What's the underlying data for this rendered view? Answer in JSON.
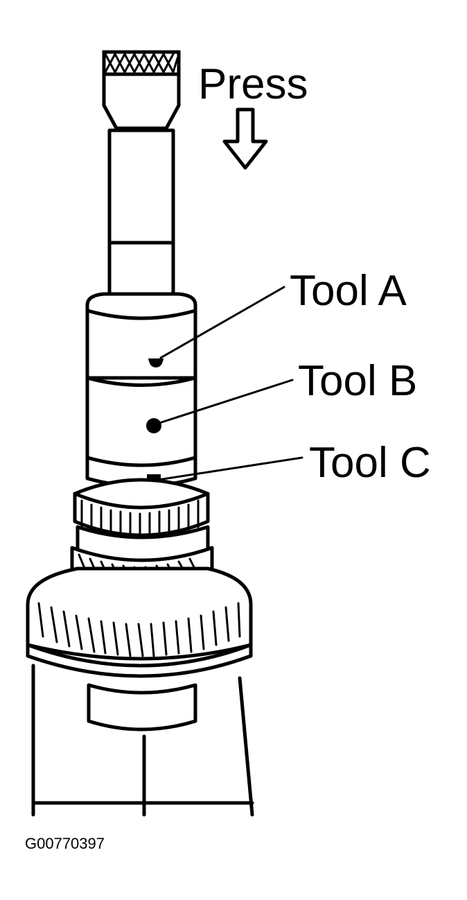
{
  "labels": {
    "press": "Press",
    "tool_a": "Tool A",
    "tool_b": "Tool B",
    "tool_c": "Tool C",
    "figure_code": "G00770397"
  },
  "icons": {
    "press_direction": "arrow-down-icon"
  },
  "colors": {
    "ink": "#000000",
    "paper": "#ffffff"
  }
}
